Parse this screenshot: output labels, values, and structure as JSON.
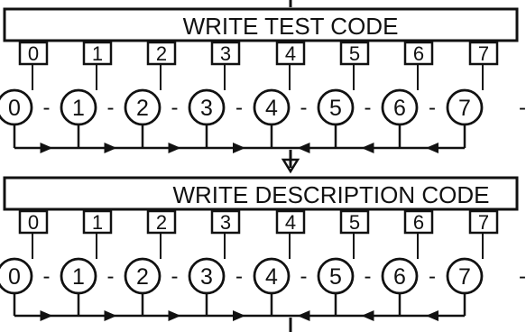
{
  "stages": [
    {
      "title": "WRITE TEST CODE",
      "box_labels": [
        "0",
        "1",
        "2",
        "3",
        "4",
        "5",
        "6",
        "7"
      ],
      "node_labels": [
        "0",
        "1",
        "2",
        "3",
        "4",
        "5",
        "6",
        "7"
      ],
      "connector": "-"
    },
    {
      "title": "WRITE DESCRIPTION CODE",
      "box_labels": [
        "0",
        "1",
        "2",
        "3",
        "4",
        "5",
        "6",
        "7"
      ],
      "node_labels": [
        "0",
        "1",
        "2",
        "3",
        "4",
        "5",
        "6",
        "7"
      ],
      "connector": "-"
    }
  ],
  "style": {
    "ink": "#111111",
    "paper": "#ffffff"
  }
}
